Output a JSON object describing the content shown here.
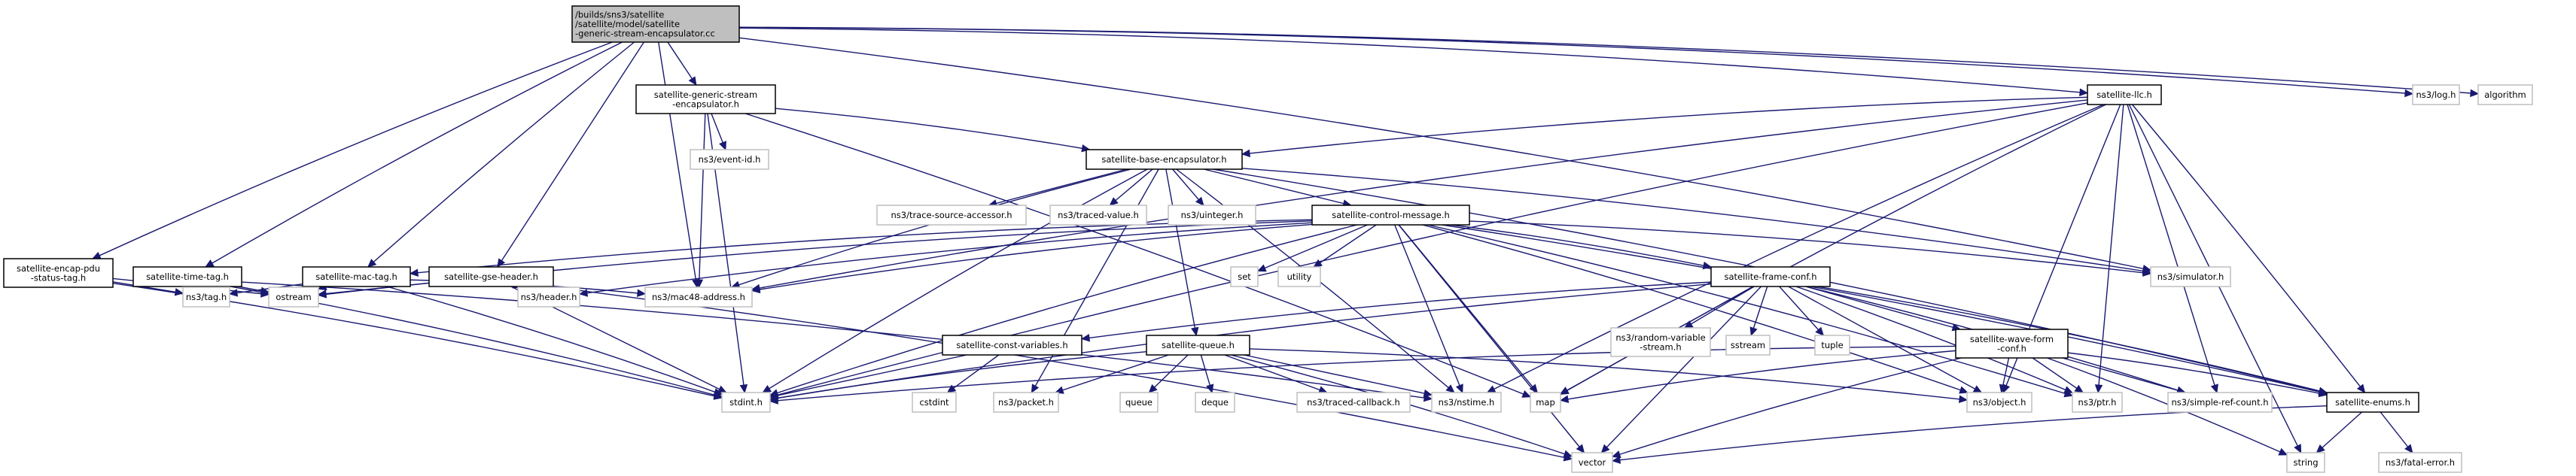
{
  "colors": {
    "edge": "#191970",
    "root_fill": "#bfbfbf",
    "root_stroke": "#000000",
    "internal_stroke": "#000000",
    "external_stroke": "#bfbfbf",
    "node_fill": "#ffffff",
    "label_text": "#000000",
    "background": "#ffffff"
  },
  "graph": {
    "nodes": [
      {
        "id": "root",
        "kind": "root",
        "lines": [
          "/builds/sns3/satellite",
          "/satellite/model/satellite",
          "-generic-stream-encapsulator.cc"
        ]
      },
      {
        "id": "gse_encap_h",
        "kind": "internal",
        "lines": [
          "satellite-generic-stream",
          "-encapsulator.h"
        ]
      },
      {
        "id": "llc_h",
        "kind": "internal",
        "lines": [
          "satellite-llc.h"
        ]
      },
      {
        "id": "log_h",
        "kind": "external",
        "lines": [
          "ns3/log.h"
        ]
      },
      {
        "id": "algorithm",
        "kind": "external",
        "lines": [
          "algorithm"
        ]
      },
      {
        "id": "event_id_h",
        "kind": "external",
        "lines": [
          "ns3/event-id.h"
        ]
      },
      {
        "id": "base_encap_h",
        "kind": "internal",
        "lines": [
          "satellite-base-encapsulator.h"
        ]
      },
      {
        "id": "trace_src_h",
        "kind": "external",
        "lines": [
          "ns3/trace-source-accessor.h"
        ]
      },
      {
        "id": "traced_value_h",
        "kind": "external",
        "lines": [
          "ns3/traced-value.h"
        ]
      },
      {
        "id": "uinteger_h",
        "kind": "external",
        "lines": [
          "ns3/uinteger.h"
        ]
      },
      {
        "id": "ctrl_msg_h",
        "kind": "internal",
        "lines": [
          "satellite-control-message.h"
        ]
      },
      {
        "id": "simulator_h",
        "kind": "external",
        "lines": [
          "ns3/simulator.h"
        ]
      },
      {
        "id": "encap_pdu_tag_h",
        "kind": "internal",
        "lines": [
          "satellite-encap-pdu",
          "-status-tag.h"
        ]
      },
      {
        "id": "time_tag_h",
        "kind": "internal",
        "lines": [
          "satellite-time-tag.h"
        ]
      },
      {
        "id": "mac_tag_h",
        "kind": "internal",
        "lines": [
          "satellite-mac-tag.h"
        ]
      },
      {
        "id": "gse_header_h",
        "kind": "internal",
        "lines": [
          "satellite-gse-header.h"
        ]
      },
      {
        "id": "set",
        "kind": "external",
        "lines": [
          "set"
        ]
      },
      {
        "id": "utility",
        "kind": "external",
        "lines": [
          "utility"
        ]
      },
      {
        "id": "frame_conf_h",
        "kind": "internal",
        "lines": [
          "satellite-frame-conf.h"
        ]
      },
      {
        "id": "tag_h",
        "kind": "external",
        "lines": [
          "ns3/tag.h"
        ]
      },
      {
        "id": "ostream",
        "kind": "external",
        "lines": [
          "ostream"
        ]
      },
      {
        "id": "header_h",
        "kind": "external",
        "lines": [
          "ns3/header.h"
        ]
      },
      {
        "id": "mac48_h",
        "kind": "external",
        "lines": [
          "ns3/mac48-address.h"
        ]
      },
      {
        "id": "rand_stream_h",
        "kind": "external",
        "lines": [
          "ns3/random-variable",
          "-stream.h"
        ]
      },
      {
        "id": "sstream",
        "kind": "external",
        "lines": [
          "sstream"
        ]
      },
      {
        "id": "tuple",
        "kind": "external",
        "lines": [
          "tuple"
        ]
      },
      {
        "id": "const_vars_h",
        "kind": "internal",
        "lines": [
          "satellite-const-variables.h"
        ]
      },
      {
        "id": "queue_h",
        "kind": "internal",
        "lines": [
          "satellite-queue.h"
        ]
      },
      {
        "id": "waveform_conf_h",
        "kind": "internal",
        "lines": [
          "satellite-wave-form",
          "-conf.h"
        ]
      },
      {
        "id": "stdint_h",
        "kind": "external",
        "lines": [
          "stdint.h"
        ]
      },
      {
        "id": "cstdint",
        "kind": "external",
        "lines": [
          "cstdint"
        ]
      },
      {
        "id": "packet_h",
        "kind": "external",
        "lines": [
          "ns3/packet.h"
        ]
      },
      {
        "id": "queue",
        "kind": "external",
        "lines": [
          "queue"
        ]
      },
      {
        "id": "deque",
        "kind": "external",
        "lines": [
          "deque"
        ]
      },
      {
        "id": "traced_cb_h",
        "kind": "external",
        "lines": [
          "ns3/traced-callback.h"
        ]
      },
      {
        "id": "nstime_h",
        "kind": "external",
        "lines": [
          "ns3/nstime.h"
        ]
      },
      {
        "id": "map",
        "kind": "external",
        "lines": [
          "map"
        ]
      },
      {
        "id": "object_h",
        "kind": "external",
        "lines": [
          "ns3/object.h"
        ]
      },
      {
        "id": "ptr_h",
        "kind": "external",
        "lines": [
          "ns3/ptr.h"
        ]
      },
      {
        "id": "simple_ref_h",
        "kind": "external",
        "lines": [
          "ns3/simple-ref-count.h"
        ]
      },
      {
        "id": "enums_h",
        "kind": "internal",
        "lines": [
          "satellite-enums.h"
        ]
      },
      {
        "id": "vector",
        "kind": "external",
        "lines": [
          "vector"
        ]
      },
      {
        "id": "string",
        "kind": "external",
        "lines": [
          "string"
        ]
      },
      {
        "id": "fatal_error_h",
        "kind": "external",
        "lines": [
          "ns3/fatal-error.h"
        ]
      }
    ],
    "edges": [
      [
        "root",
        "gse_encap_h"
      ],
      [
        "root",
        "llc_h"
      ],
      [
        "root",
        "log_h"
      ],
      [
        "root",
        "algorithm"
      ],
      [
        "root",
        "encap_pdu_tag_h"
      ],
      [
        "root",
        "time_tag_h"
      ],
      [
        "root",
        "mac_tag_h"
      ],
      [
        "root",
        "gse_header_h"
      ],
      [
        "root",
        "mac48_h"
      ],
      [
        "root",
        "simulator_h"
      ],
      [
        "gse_encap_h",
        "event_id_h"
      ],
      [
        "gse_encap_h",
        "base_encap_h"
      ],
      [
        "gse_encap_h",
        "mac48_h"
      ],
      [
        "gse_encap_h",
        "stdint_h"
      ],
      [
        "gse_encap_h",
        "map"
      ],
      [
        "llc_h",
        "base_encap_h"
      ],
      [
        "llc_h",
        "stdint_h"
      ],
      [
        "llc_h",
        "mac48_h"
      ],
      [
        "llc_h",
        "map"
      ],
      [
        "llc_h",
        "object_h"
      ],
      [
        "llc_h",
        "ptr_h"
      ],
      [
        "llc_h",
        "simple_ref_h"
      ],
      [
        "llc_h",
        "enums_h"
      ],
      [
        "llc_h",
        "string"
      ],
      [
        "llc_h",
        "nstime_h"
      ],
      [
        "base_encap_h",
        "trace_src_h"
      ],
      [
        "base_encap_h",
        "traced_value_h"
      ],
      [
        "base_encap_h",
        "uinteger_h"
      ],
      [
        "base_encap_h",
        "ctrl_msg_h"
      ],
      [
        "base_encap_h",
        "queue_h"
      ],
      [
        "base_encap_h",
        "mac48_h"
      ],
      [
        "base_encap_h",
        "stdint_h"
      ],
      [
        "base_encap_h",
        "packet_h"
      ],
      [
        "base_encap_h",
        "simulator_h"
      ],
      [
        "base_encap_h",
        "enums_h"
      ],
      [
        "base_encap_h",
        "nstime_h"
      ],
      [
        "ctrl_msg_h",
        "simulator_h"
      ],
      [
        "ctrl_msg_h",
        "set"
      ],
      [
        "ctrl_msg_h",
        "utility"
      ],
      [
        "ctrl_msg_h",
        "frame_conf_h"
      ],
      [
        "ctrl_msg_h",
        "header_h"
      ],
      [
        "ctrl_msg_h",
        "mac48_h"
      ],
      [
        "ctrl_msg_h",
        "stdint_h"
      ],
      [
        "ctrl_msg_h",
        "ostream"
      ],
      [
        "ctrl_msg_h",
        "mac_tag_h"
      ],
      [
        "ctrl_msg_h",
        "nstime_h"
      ],
      [
        "ctrl_msg_h",
        "map"
      ],
      [
        "ctrl_msg_h",
        "vector"
      ],
      [
        "ctrl_msg_h",
        "object_h"
      ],
      [
        "ctrl_msg_h",
        "ptr_h"
      ],
      [
        "ctrl_msg_h",
        "enums_h"
      ],
      [
        "encap_pdu_tag_h",
        "tag_h"
      ],
      [
        "encap_pdu_tag_h",
        "ostream"
      ],
      [
        "encap_pdu_tag_h",
        "stdint_h"
      ],
      [
        "time_tag_h",
        "tag_h"
      ],
      [
        "time_tag_h",
        "ostream"
      ],
      [
        "time_tag_h",
        "stdint_h"
      ],
      [
        "time_tag_h",
        "nstime_h"
      ],
      [
        "mac_tag_h",
        "tag_h"
      ],
      [
        "mac_tag_h",
        "ostream"
      ],
      [
        "mac_tag_h",
        "mac48_h"
      ],
      [
        "mac_tag_h",
        "stdint_h"
      ],
      [
        "gse_header_h",
        "header_h"
      ],
      [
        "gse_header_h",
        "ostream"
      ],
      [
        "gse_header_h",
        "stdint_h"
      ],
      [
        "gse_header_h",
        "vector"
      ],
      [
        "frame_conf_h",
        "rand_stream_h"
      ],
      [
        "frame_conf_h",
        "sstream"
      ],
      [
        "frame_conf_h",
        "tuple"
      ],
      [
        "frame_conf_h",
        "const_vars_h"
      ],
      [
        "frame_conf_h",
        "waveform_conf_h"
      ],
      [
        "frame_conf_h",
        "stdint_h"
      ],
      [
        "frame_conf_h",
        "map"
      ],
      [
        "frame_conf_h",
        "vector"
      ],
      [
        "frame_conf_h",
        "object_h"
      ],
      [
        "frame_conf_h",
        "ptr_h"
      ],
      [
        "frame_conf_h",
        "simple_ref_h"
      ],
      [
        "frame_conf_h",
        "enums_h"
      ],
      [
        "const_vars_h",
        "cstdint"
      ],
      [
        "const_vars_h",
        "stdint_h"
      ],
      [
        "queue_h",
        "stdint_h"
      ],
      [
        "queue_h",
        "packet_h"
      ],
      [
        "queue_h",
        "queue"
      ],
      [
        "queue_h",
        "deque"
      ],
      [
        "queue_h",
        "traced_cb_h"
      ],
      [
        "queue_h",
        "nstime_h"
      ],
      [
        "queue_h",
        "object_h"
      ],
      [
        "queue_h",
        "vector"
      ],
      [
        "waveform_conf_h",
        "stdint_h"
      ],
      [
        "waveform_conf_h",
        "map"
      ],
      [
        "waveform_conf_h",
        "vector"
      ],
      [
        "waveform_conf_h",
        "object_h"
      ],
      [
        "waveform_conf_h",
        "ptr_h"
      ],
      [
        "waveform_conf_h",
        "simple_ref_h"
      ],
      [
        "waveform_conf_h",
        "enums_h"
      ],
      [
        "waveform_conf_h",
        "string"
      ],
      [
        "enums_h",
        "vector"
      ],
      [
        "enums_h",
        "string"
      ],
      [
        "enums_h",
        "fatal_error_h"
      ]
    ]
  }
}
